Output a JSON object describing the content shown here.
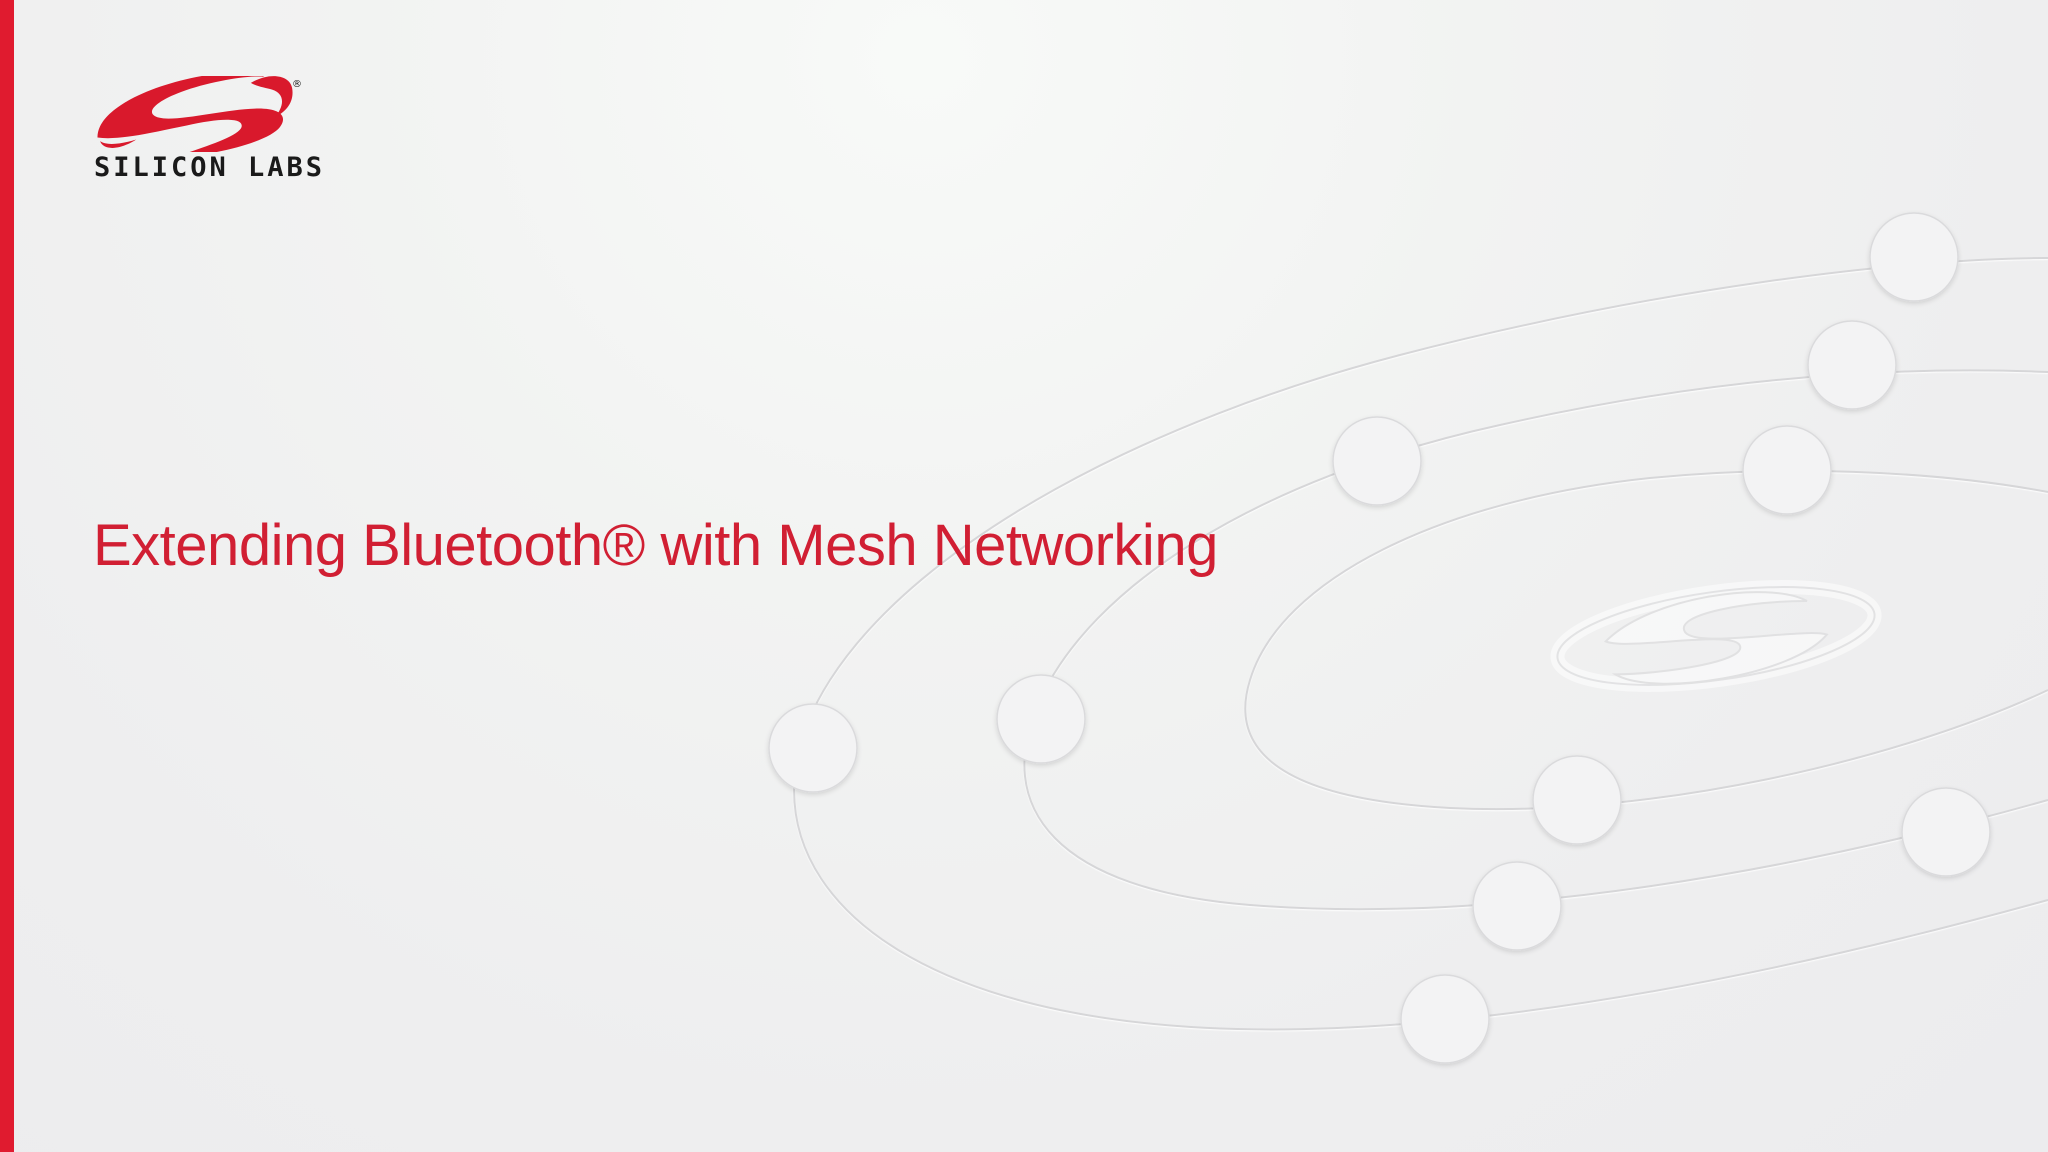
{
  "slide": {
    "title": "Extending Bluetooth® with Mesh Networking",
    "logo_text": "SILICON LABS",
    "logo_registered": "®"
  },
  "colors": {
    "accent": "#e01b2f",
    "title_color": "#d11f33",
    "logo_red": "#d9192c",
    "logo_text": "#1a1a1a",
    "orbit_line": "#d6d6d8",
    "node_fill": "#f3f3f4",
    "node_stroke": "#dadadc"
  },
  "decor": {
    "background_icon": "orbit-mesh-network-graphic",
    "watermark_icon": "silicon-labs-watermark-icon",
    "brand_icon": "silicon-labs-logo-icon"
  }
}
